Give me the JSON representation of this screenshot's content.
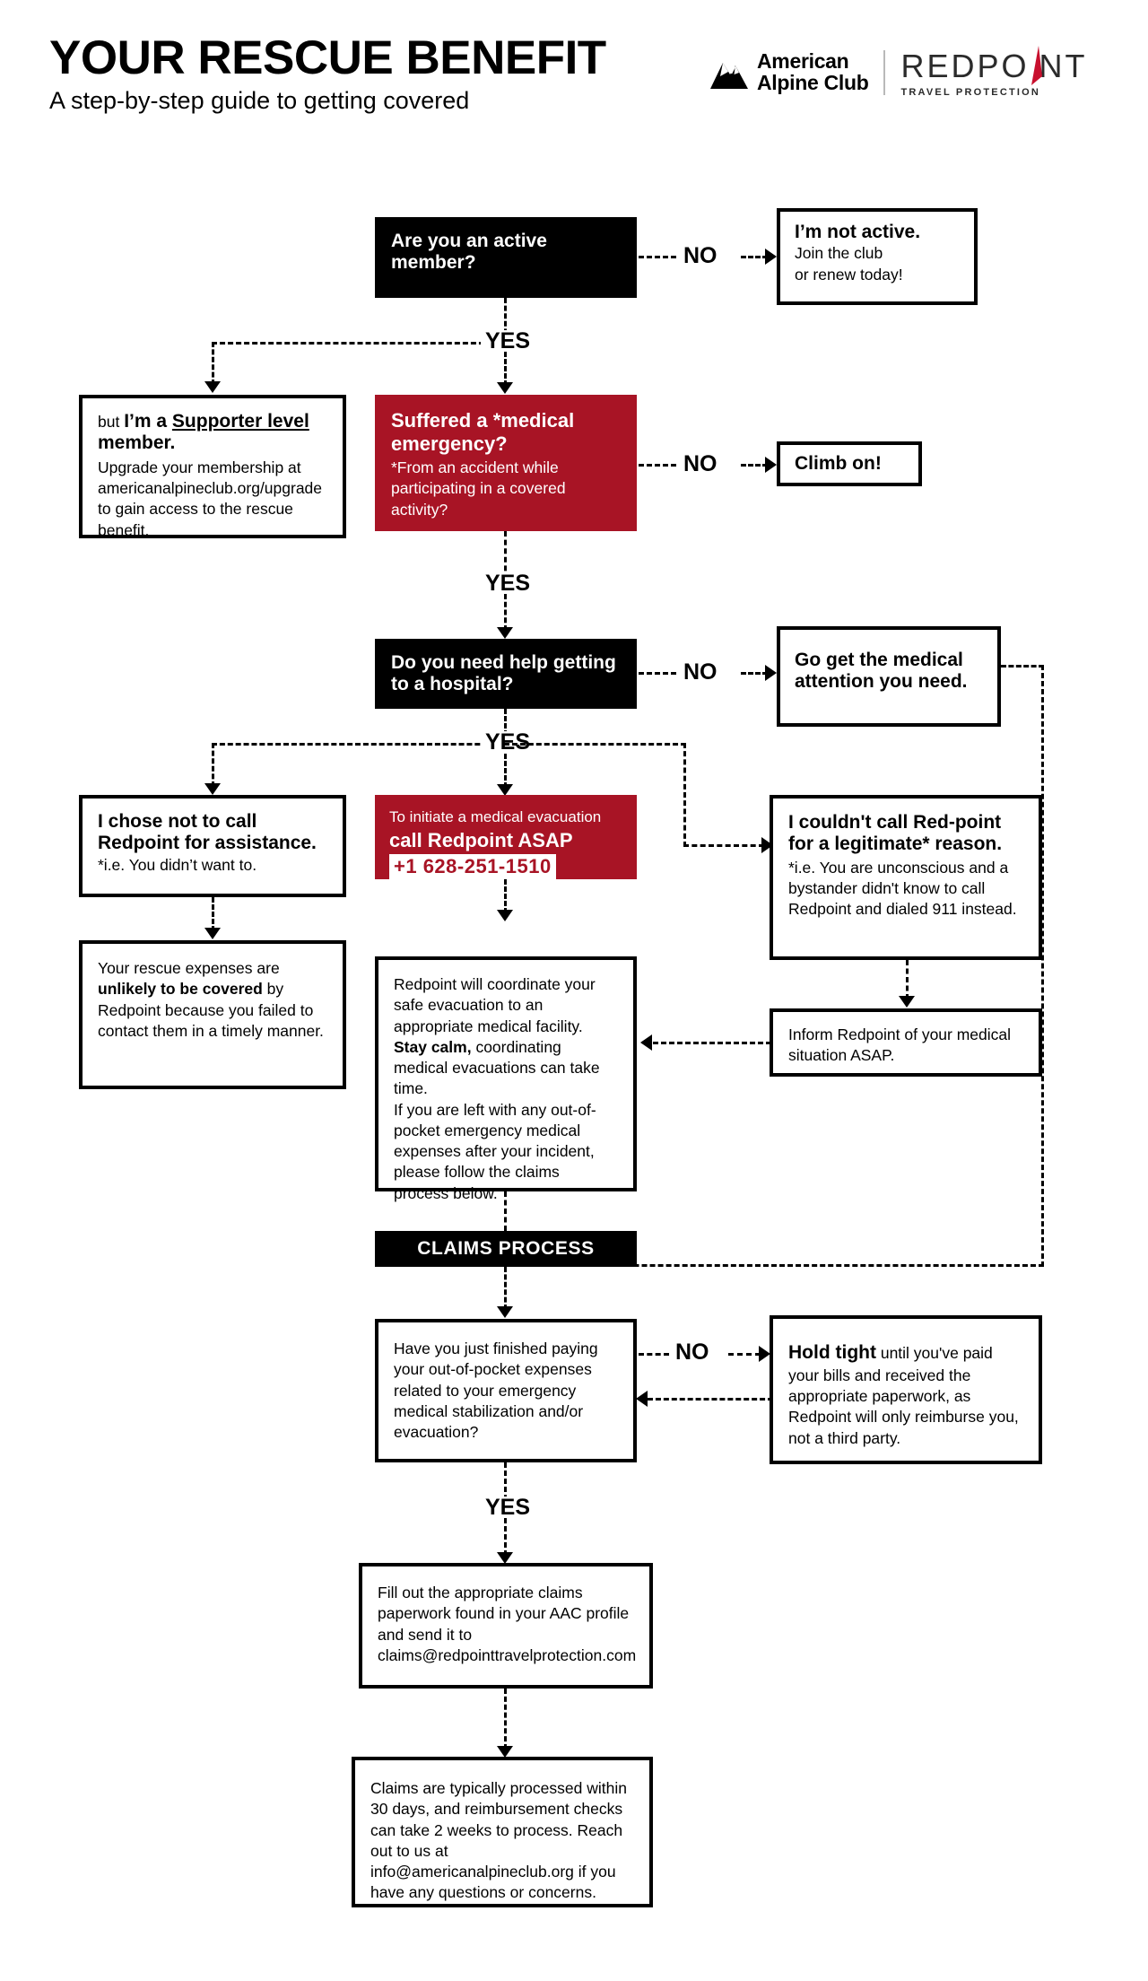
{
  "header": {
    "title": "YOUR RESCUE BENEFIT",
    "subtitle": "A step-by-step guide to getting covered",
    "logos": {
      "aac_line1": "American",
      "aac_line2": "Alpine Club",
      "redpoint_part1": "REDPO",
      "redpoint_part2": "NT",
      "redpoint_tagline": "TRAVEL PROTECTION"
    }
  },
  "labels": {
    "yes": "YES",
    "no": "NO"
  },
  "nodes": {
    "active_member": {
      "question": "Are you an active member?"
    },
    "not_active": {
      "heading": "I’m not active.",
      "line1": "Join the club",
      "line2": "or renew today!"
    },
    "supporter": {
      "lead": "but ",
      "bold1": "I’m a ",
      "underlined": "Supporter level",
      "bold2": " member.",
      "body": "Upgrade your membership at americanalpineclub.org/upgrade to gain access to the rescue benefit."
    },
    "medical_emergency": {
      "heading": "Suffered a *medical emergency?",
      "note": "*From an accident while participating in a covered activity?"
    },
    "climb_on": {
      "heading": "Climb on!"
    },
    "need_hospital": {
      "question": "Do you need help getting to a hospital?"
    },
    "go_get_care": {
      "heading": "Go get the medical attention you need."
    },
    "chose_not_to_call": {
      "heading": "I chose not to call Redpoint for assistance.",
      "note": "*i.e. You didn’t want to."
    },
    "call_redpoint": {
      "lead": "To initiate a medical evacuation",
      "call": "call Redpoint ASAP",
      "phone": "+1 628-251-1510"
    },
    "couldnt_call": {
      "heading": "I couldn't call Red-point for a legitimate* reason.",
      "note": "*i.e. You are unconscious and a bystander didn't know to call Redpoint and dialed 911 instead."
    },
    "unlikely_covered": {
      "text_1": "Your rescue expenses are ",
      "bold_1": "unlikely to be covered",
      "text_2": " by Redpoint because you failed to contact them in a timely manner."
    },
    "redpoint_coordinates": {
      "text_1": "Redpoint will coordinate your safe evacuation to an appropriate medical facility. ",
      "bold_1": "Stay calm,",
      "text_2": " coordinating medical evacuations can take time.",
      "text_3": "If you are left with any out-of-pocket emergency medical expenses after your incident, please follow the claims process below."
    },
    "inform_redpoint": {
      "text": "Inform Redpoint of your medical situation ASAP."
    },
    "claims_banner": {
      "label": "CLAIMS PROCESS"
    },
    "finished_paying": {
      "question": "Have you just finished paying your out-of-pocket expenses related to your emergency medical stabilization and/or evacuation?"
    },
    "hold_tight": {
      "bold_1": "Hold tight",
      "text_1": " until you've paid your bills and received the appropriate paperwork, as Redpoint will only reimburse you, not a third party."
    },
    "fill_out_claims": {
      "text": "Fill out the appropriate claims paperwork found in your AAC profile and send it to claims@redpointtravelprotection.com"
    },
    "claims_processed": {
      "text": "Claims are typically processed within 30 days, and reimbursement checks can take 2 weeks to process. Reach out to us at info@americanalpineclub.org if you have any questions or concerns."
    }
  },
  "colors": {
    "brand_red": "#A81425",
    "black": "#000000",
    "white": "#FFFFFF"
  }
}
